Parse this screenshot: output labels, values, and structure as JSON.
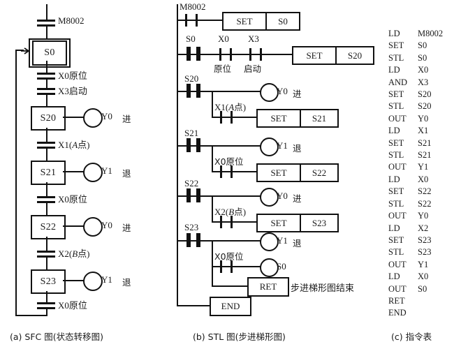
{
  "figure": {
    "panels": [
      {
        "id": "a",
        "caption": "(a) SFC 图(状态转移图)"
      },
      {
        "id": "b",
        "caption": "(b) STL 图(步进梯形图)"
      },
      {
        "id": "c",
        "caption": "(c) 指令表"
      }
    ]
  },
  "sfc": {
    "initial_transition_label": "M8002",
    "steps": [
      {
        "state": "S0",
        "type": "initial",
        "output": null,
        "output_note": null
      },
      {
        "state": "S20",
        "type": "step",
        "output": "Y0",
        "output_note": "进"
      },
      {
        "state": "S21",
        "type": "step",
        "output": "Y1",
        "output_note": "退"
      },
      {
        "state": "S22",
        "type": "step",
        "output": "Y0",
        "output_note": "进"
      },
      {
        "state": "S23",
        "type": "step",
        "output": "Y1",
        "output_note": "退"
      }
    ],
    "transitions": [
      {
        "label": "X0原位"
      },
      {
        "label": "X3启动"
      },
      {
        "label_pre": "X1(",
        "label_italic": "A",
        "label_post": "点)"
      },
      {
        "label": "X0原位"
      },
      {
        "label_pre": "X2(",
        "label_italic": "B",
        "label_post": "点)"
      },
      {
        "label": "X0原位"
      }
    ]
  },
  "ladder": {
    "rungs": [
      {
        "contact": "M8002",
        "contact_type": "no",
        "instruction": {
          "op": "SET",
          "arg": "S0"
        }
      },
      {
        "contact": "S0",
        "contact_type": "stl",
        "series": [
          {
            "label": "X0",
            "sub": "原位"
          },
          {
            "label": "X3",
            "sub": "启动"
          }
        ],
        "instruction": {
          "op": "SET",
          "arg": "S20"
        }
      },
      {
        "contact": "S20",
        "contact_type": "stl",
        "coil": {
          "label": "Y0",
          "note": "进"
        },
        "branch": {
          "contact": "X1(A点)",
          "instruction": {
            "op": "SET",
            "arg": "S21"
          }
        }
      },
      {
        "contact": "S21",
        "contact_type": "stl",
        "coil": {
          "label": "Y1",
          "note": "退"
        },
        "branch": {
          "contact": "X0原位",
          "instruction": {
            "op": "SET",
            "arg": "S22"
          }
        }
      },
      {
        "contact": "S22",
        "contact_type": "stl",
        "coil": {
          "label": "Y0",
          "note": "进"
        },
        "branch": {
          "contact": "X2(B点)",
          "instruction": {
            "op": "SET",
            "arg": "S23"
          }
        }
      },
      {
        "contact": "S23",
        "contact_type": "stl",
        "coil": {
          "label": "Y1",
          "note": "退"
        },
        "branch": {
          "contact": "X0原位",
          "coil": {
            "label": "S0",
            "note": ""
          }
        }
      }
    ],
    "ret": {
      "label": "RET",
      "note": "步进梯形图结束"
    },
    "end": {
      "label": "END"
    }
  },
  "instruction_list": [
    {
      "op": "LD",
      "arg": "M8002"
    },
    {
      "op": "SET",
      "arg": "S0"
    },
    {
      "op": "STL",
      "arg": "S0"
    },
    {
      "op": "LD",
      "arg": "X0"
    },
    {
      "op": "AND",
      "arg": "X3"
    },
    {
      "op": "SET",
      "arg": "S20"
    },
    {
      "op": "STL",
      "arg": "S20"
    },
    {
      "op": "OUT",
      "arg": "Y0"
    },
    {
      "op": "LD",
      "arg": "X1"
    },
    {
      "op": "SET",
      "arg": "S21"
    },
    {
      "op": "STL",
      "arg": "S21"
    },
    {
      "op": "OUT",
      "arg": "Y1"
    },
    {
      "op": "LD",
      "arg": "X0"
    },
    {
      "op": "SET",
      "arg": "S22"
    },
    {
      "op": "STL",
      "arg": "S22"
    },
    {
      "op": "OUT",
      "arg": "Y0"
    },
    {
      "op": "LD",
      "arg": "X2"
    },
    {
      "op": "SET",
      "arg": "S23"
    },
    {
      "op": "STL",
      "arg": "S23"
    },
    {
      "op": "OUT",
      "arg": "Y1"
    },
    {
      "op": "LD",
      "arg": "X0"
    },
    {
      "op": "OUT",
      "arg": "S0"
    },
    {
      "op": "RET",
      "arg": ""
    },
    {
      "op": "END",
      "arg": ""
    }
  ]
}
